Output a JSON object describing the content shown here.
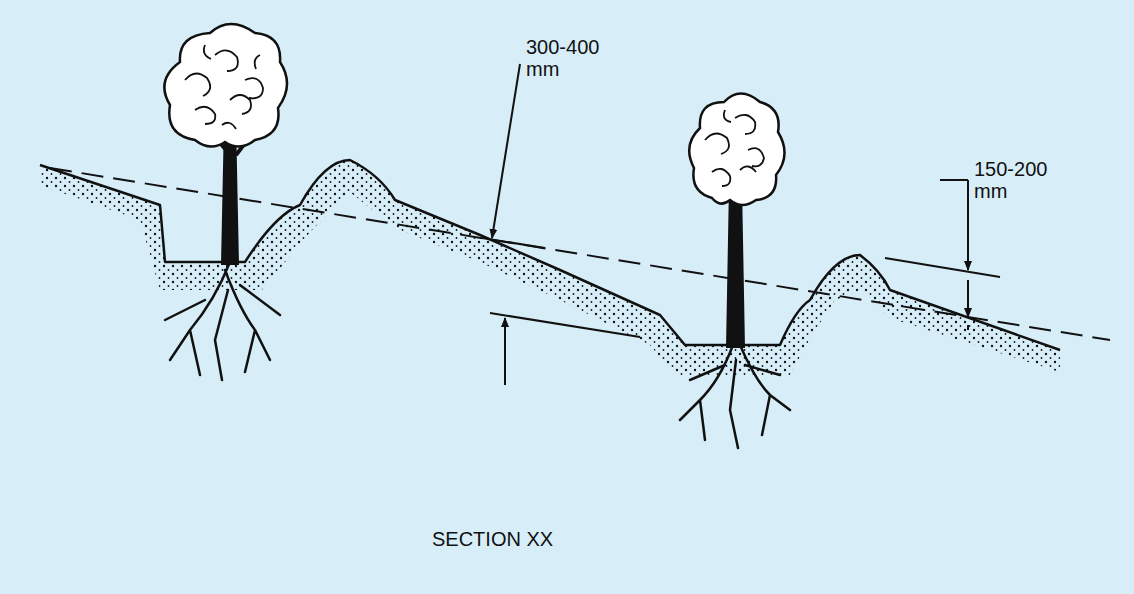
{
  "diagram": {
    "caption": "SECTION XX",
    "labels": [
      "300-400 mm",
      "150-200 mm"
    ]
  }
}
